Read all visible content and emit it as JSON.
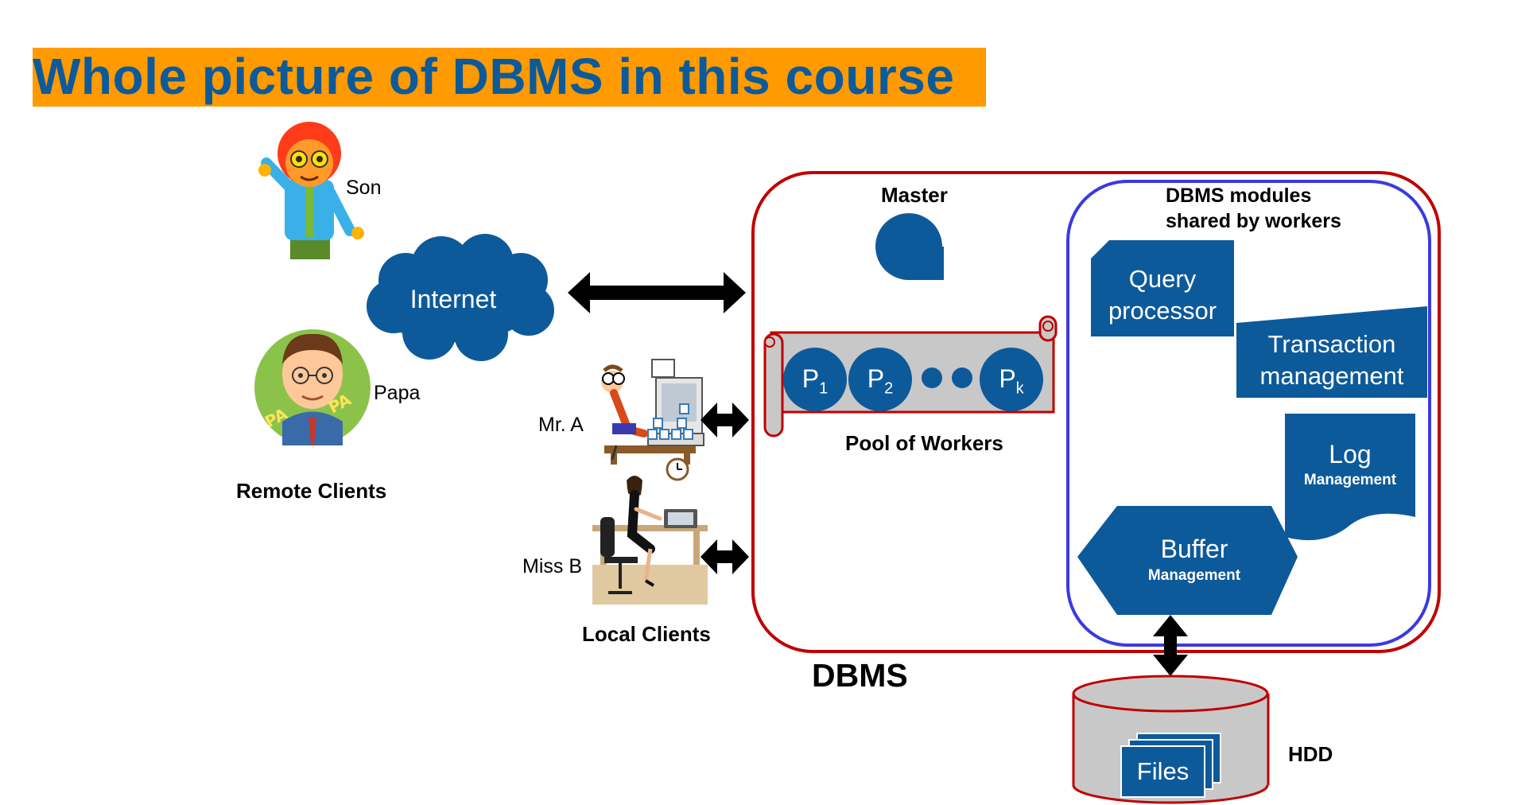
{
  "title": "Whole picture of DBMS in this course",
  "clients": {
    "son": "Son",
    "papa": "Papa",
    "papa_badge": "PA",
    "remote_label": "Remote Clients",
    "mr_a": "Mr. A",
    "miss_b": "Miss B",
    "local_label": "Local Clients"
  },
  "network": {
    "internet": "Internet"
  },
  "dbms": {
    "label": "DBMS",
    "master": "Master",
    "pool_label": "Pool of Workers",
    "workers": [
      {
        "base": "P",
        "sub": "1"
      },
      {
        "base": "P",
        "sub": "2"
      },
      {
        "base": "P",
        "sub": "k"
      }
    ],
    "modules_title_line1": "DBMS modules",
    "modules_title_line2": "shared by workers",
    "query_line1": "Query",
    "query_line2": "processor",
    "transaction_line1": "Transaction",
    "transaction_line2": "management",
    "log_title": "Log",
    "log_sub": "Management",
    "buffer_title": "Buffer",
    "buffer_sub": "Management"
  },
  "storage": {
    "hdd": "HDD",
    "files": "Files"
  },
  "colors": {
    "title_bg": "#ff9a00",
    "title_text": "#0d5a9a",
    "module_fill": "#0d5a9a",
    "dbms_border": "#c00000",
    "modules_border": "#3a3ae0",
    "pool_fill": "#c8c8c8",
    "disk_fill": "#c8c8c8"
  }
}
